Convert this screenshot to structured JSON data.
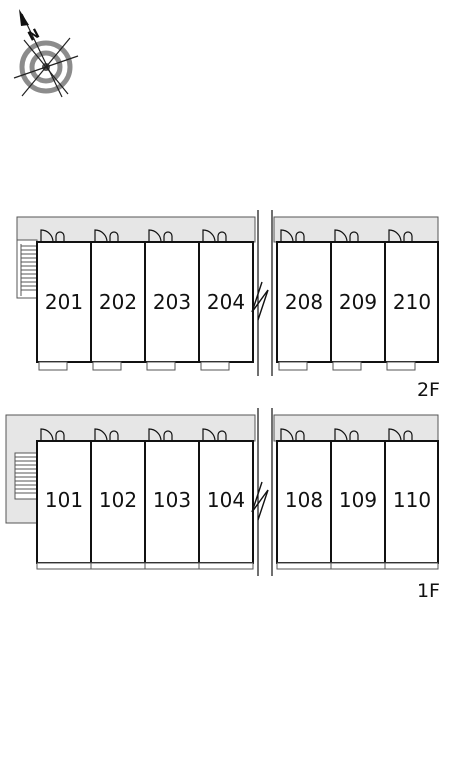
{
  "compass": {
    "north_label": "N",
    "icon": "compass-rose-icon"
  },
  "floors": [
    {
      "label": "2F",
      "left_wing": [
        "201",
        "202",
        "203",
        "204"
      ],
      "right_wing": [
        "208",
        "209",
        "210"
      ]
    },
    {
      "label": "1F",
      "left_wing": [
        "101",
        "102",
        "103",
        "104"
      ],
      "right_wing": [
        "108",
        "109",
        "110"
      ]
    }
  ],
  "colors": {
    "walkway": "#e6e6e6",
    "wall": "#111111",
    "compass_gray": "#8c8c8c"
  }
}
